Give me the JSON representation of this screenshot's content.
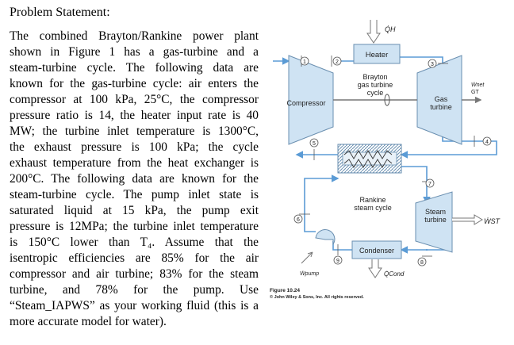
{
  "heading": "Problem Statement:",
  "paragraph_lines": [
    "The combined Brayton/Rankine power plant",
    "shown in Figure 1 has a gas-turbine and a",
    "steam-turbine cycle. The following data are",
    "known for the gas-turbine cycle: air enters the",
    "compressor at 100 kPa, 25°C, the compressor",
    "pressure ratio is 14, the heater input rate is 40",
    "MW; the turbine inlet temperature is 1300°C,",
    "the exhaust pressure is 100 kPa; the cycle",
    "exhaust temperature from the heat exchanger is",
    "200°C. The following data are known for the",
    "steam-turbine cycle. The pump inlet state is",
    "saturated liquid at 15 kPa, the pump exit",
    "pressure is 12MPa; the turbine inlet temperature",
    "is 150°C lower than T₄. Assume that the",
    "isentropic efficiencies are 85% for the air",
    "compressor and air turbine; 83% for the steam",
    "turbine, and 78% for the pump. Use",
    "“Steam_IAPWS” as your working fluid (this is a",
    "more accurate model for water)."
  ],
  "figure": {
    "heat_in_label": "Q̇H",
    "heater_label": "Heater",
    "compressor_label": "Compressor",
    "brayton_label": [
      "Brayton",
      "gas turbine",
      "cycle"
    ],
    "gas_turbine_label": [
      "Gas",
      "turbine"
    ],
    "w_net_label": "Ẇnet",
    "w_net_sub": "GT",
    "rankine_label": [
      "Rankine",
      "steam cycle"
    ],
    "steam_turbine_label": [
      "Steam",
      "turbine"
    ],
    "w_st_label": "ẆST",
    "condenser_label": "Condenser",
    "q_cond_label": "Q̇Cond",
    "w_pump_label": "Ẇpump",
    "caption": "Figure 10.24",
    "copyright": "© John Wiley & Sons, Inc. All rights reserved.",
    "states": [
      "1",
      "2",
      "3",
      "4",
      "5",
      "6",
      "7",
      "8",
      "9"
    ]
  },
  "colors": {
    "pipe": "#5b9bd5",
    "component_fill": "#cfe3f3",
    "text": "#222222"
  }
}
